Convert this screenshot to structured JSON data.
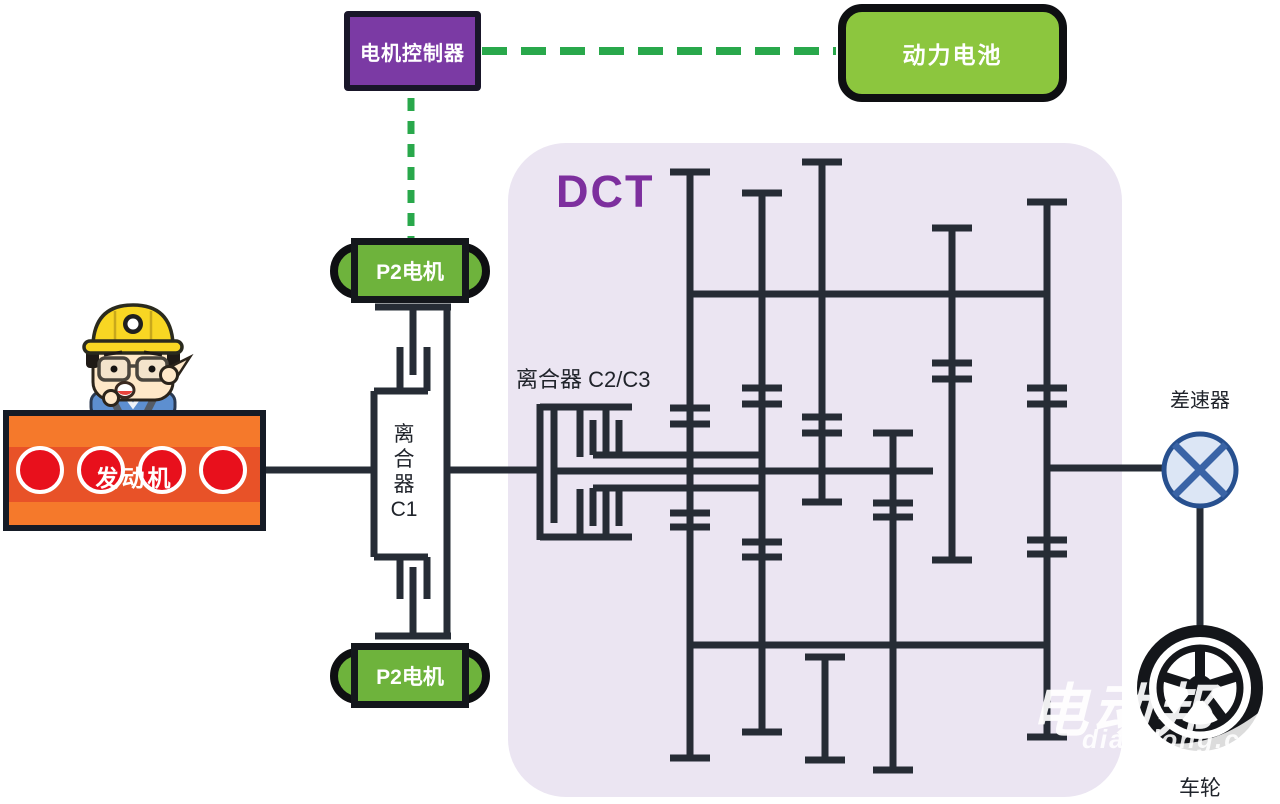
{
  "diagram": {
    "dct": {
      "label": "DCT"
    },
    "controller": {
      "label": "电机控制器"
    },
    "battery": {
      "label": "动力电池"
    },
    "motor_top": {
      "label": "P2电机"
    },
    "motor_bottom": {
      "label": "P2电机"
    },
    "engine": {
      "label": "发动机"
    },
    "clutch_c1": {
      "chars": [
        "离",
        "合",
        "器",
        "C1"
      ]
    },
    "clutch_c23": {
      "label": "离合器 C2/C3"
    },
    "differential": {
      "label": "差速器"
    },
    "wheel": {
      "label": "车轮"
    },
    "watermark": {
      "brand": "电动邦",
      "site": "diandong.com"
    },
    "colors": {
      "line": "#262c35",
      "link_green": "#29a84b",
      "controller_purple": "#7b3aa4",
      "battery_green": "#8cc63e",
      "motor_green": "#6eb33c",
      "engine_orange": "#f5792b",
      "engine_band": "#e85228",
      "cylinder_red": "#e8101c",
      "dct_background": "#ebe5f2",
      "dct_label_purple": "#7d2f9e",
      "differential_fill": "#dce6f5",
      "differential_stroke": "#27508f"
    }
  }
}
